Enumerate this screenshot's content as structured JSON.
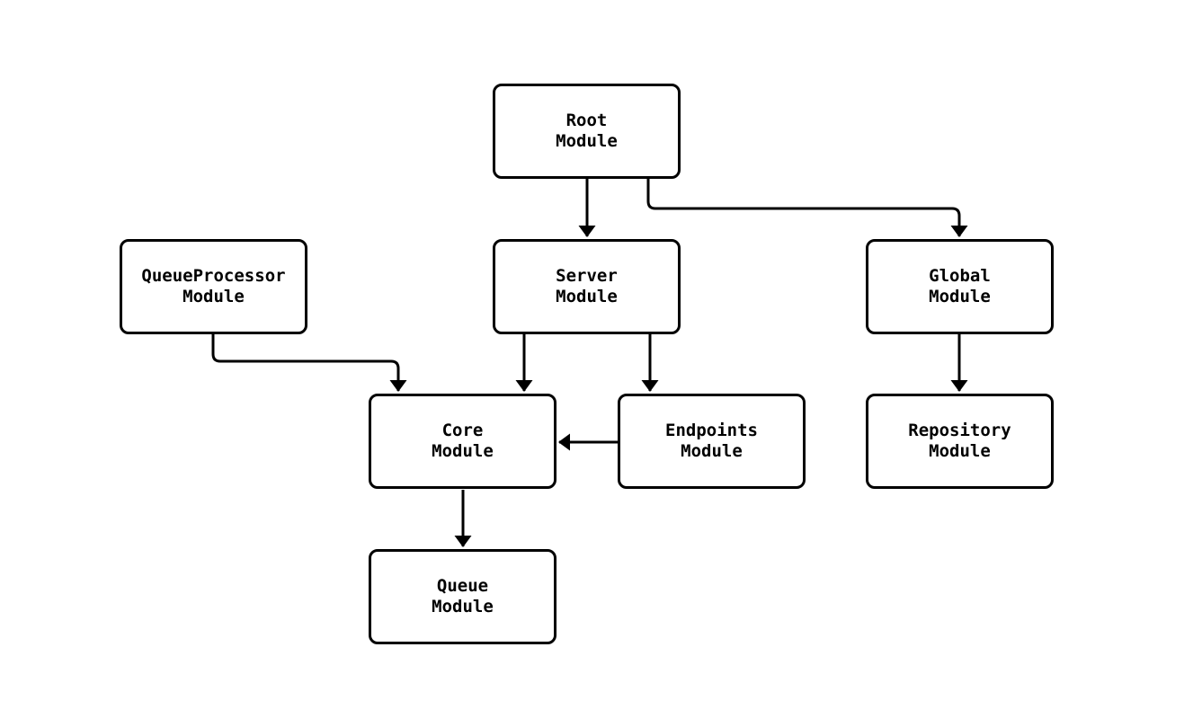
{
  "diagram": {
    "type": "flowchart",
    "background_color": "#ffffff",
    "node_fill_color": "#ffffff",
    "node_border_color": "#000000",
    "edge_color": "#000000",
    "text_color": "#000000",
    "nodes": [
      {
        "id": "root",
        "label": "Root\nModule"
      },
      {
        "id": "queueprocessor",
        "label": "QueueProcessor\nModule"
      },
      {
        "id": "server",
        "label": "Server\nModule"
      },
      {
        "id": "global",
        "label": "Global\nModule"
      },
      {
        "id": "core",
        "label": "Core\nModule"
      },
      {
        "id": "endpoints",
        "label": "Endpoints\nModule"
      },
      {
        "id": "repository",
        "label": "Repository\nModule"
      },
      {
        "id": "queue",
        "label": "Queue\nModule"
      }
    ],
    "edges": [
      {
        "from": "root",
        "to": "server"
      },
      {
        "from": "root",
        "to": "global"
      },
      {
        "from": "queueprocessor",
        "to": "core"
      },
      {
        "from": "server",
        "to": "core"
      },
      {
        "from": "server",
        "to": "endpoints"
      },
      {
        "from": "endpoints",
        "to": "core"
      },
      {
        "from": "global",
        "to": "repository"
      },
      {
        "from": "core",
        "to": "queue"
      }
    ]
  }
}
